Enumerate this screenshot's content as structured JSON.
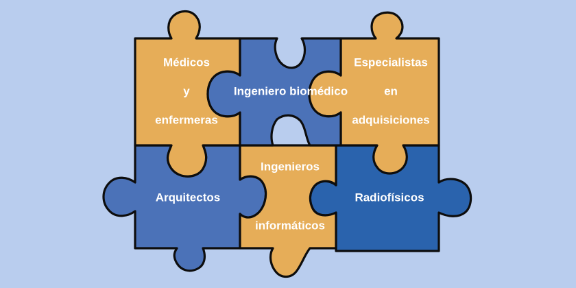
{
  "colors": {
    "background": "#b9cdee",
    "orange": "#e6ad58",
    "blue": "#4b72b8",
    "dark_blue": "#2a63ad",
    "outline": "#0d0d0d",
    "text": "#ffffff"
  },
  "pieces": [
    {
      "id": "medicos",
      "color": "orange",
      "lines": [
        "Médicos",
        "y",
        "enfermeras"
      ]
    },
    {
      "id": "ingeniero-biomedico",
      "color": "blue",
      "lines": [
        "Ingeniero biomédico"
      ]
    },
    {
      "id": "especialistas",
      "color": "orange",
      "lines": [
        "Especialistas",
        "en",
        "adquisiciones"
      ]
    },
    {
      "id": "arquitectos",
      "color": "blue",
      "lines": [
        "Arquitectos"
      ]
    },
    {
      "id": "ingenieros-informaticos",
      "color": "orange",
      "lines": [
        "Ingenieros",
        "informáticos"
      ]
    },
    {
      "id": "radiofisicos",
      "color": "dark_blue",
      "lines": [
        "Radiofísicos"
      ]
    }
  ]
}
